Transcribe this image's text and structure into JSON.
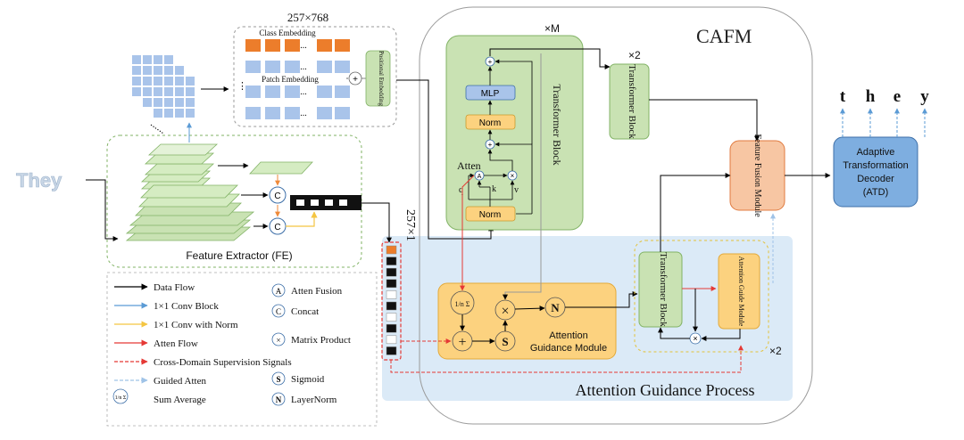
{
  "input_word": "They",
  "output_letters": [
    "t",
    "h",
    "e",
    "y"
  ],
  "patch": {
    "dims": "257×768",
    "class_embedding": "Class Embedding",
    "patch_embedding": "Patch Embedding",
    "positional_embedding": "Positional Embedding",
    "ellipsis": "..."
  },
  "feature_extractor": "Feature Extractor (FE)",
  "column_dims": "257×1",
  "cafm": {
    "title": "CAFM",
    "repeat_m": "×M",
    "transformer_block": "Transformer Block",
    "mlp": "MLP",
    "norm": "Norm",
    "atten": "Atten",
    "q": "q",
    "k": "k",
    "v": "v",
    "a": "A",
    "repeat2_top": "×2",
    "repeat2_bottom": "×2",
    "feature_fusion": "Feature Fusion Module"
  },
  "atd": {
    "line1": "Adaptive",
    "line2": "Transformation",
    "line3": "Decoder",
    "line4": "(ATD)"
  },
  "agp": {
    "title": "Attention Guidance Process",
    "agm_line1": "Attention",
    "agm_line2": "Guidance Module",
    "guide_module": "Attention Guide Module",
    "transformer_block": "Transformer Block",
    "sum_glyph": "1/n Σ",
    "plus": "+",
    "times": "×",
    "s": "S",
    "n": "N"
  },
  "legend": {
    "lines": [
      {
        "label": "Data Flow",
        "color": "#000000",
        "dashed": false
      },
      {
        "label": "1×1 Conv Block",
        "color": "#5b9bd5",
        "dashed": false
      },
      {
        "label": "1×1 Conv with Norm",
        "color": "#f4c542",
        "dashed": false
      },
      {
        "label": "Atten Flow",
        "color": "#e53935",
        "dashed": false
      },
      {
        "label": "Cross-Domain Supervision Signals",
        "color": "#e53935",
        "dashed": true
      },
      {
        "label": "Guided Atten",
        "color": "#9fc3e7",
        "dashed": true
      },
      {
        "label": "Sum Average",
        "color": "",
        "dashed": false
      }
    ],
    "symbols": [
      {
        "glyph": "A",
        "label": "Atten Fusion"
      },
      {
        "glyph": "C",
        "label": "Concat"
      },
      {
        "glyph": "×",
        "label": "Matrix Product"
      },
      {
        "glyph": "S",
        "label": "Sigmoid"
      },
      {
        "glyph": "N",
        "label": "LayerNorm"
      }
    ]
  },
  "colors": {
    "green_fill": "#c9e2b3",
    "green_stroke": "#82b366",
    "orange_fill": "#fcd27f",
    "peach_fill": "#f7c6a3",
    "peach_stroke": "#e07a3f",
    "blue_fill": "#7eaee0",
    "blue_stroke": "#3d6fa8",
    "light_blue_bg": "#dbeaf7",
    "patch_blue": "#a9c4ea",
    "patch_orange": "#ec7d2b"
  }
}
